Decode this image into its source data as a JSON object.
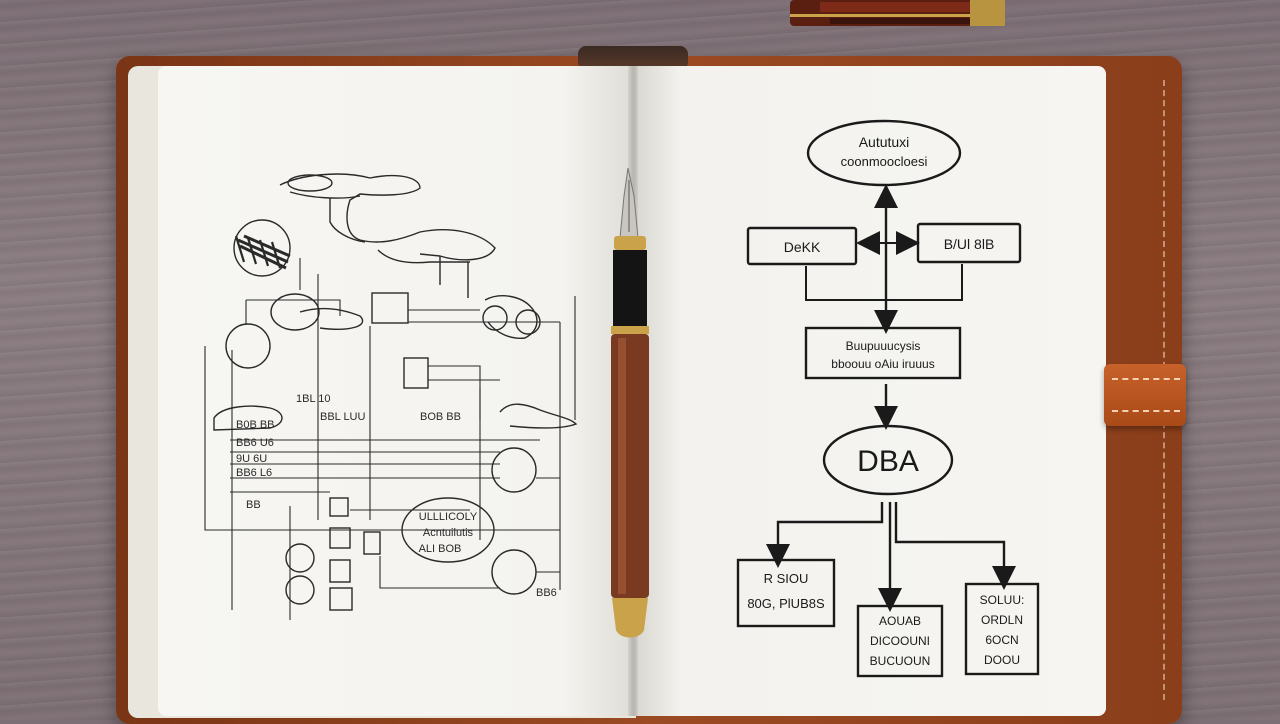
{
  "flowchart": {
    "top_node": [
      "Aututuxi",
      "coonmoocloesi"
    ],
    "left_box": "DeKK",
    "right_box": "B/Ul 8lB",
    "middle_box": [
      "Buupuuucysis",
      "bboouu oAiu iruuus"
    ],
    "center_node": "DBA",
    "bottom_left": [
      "R SIOU",
      "80G, PlUB8S"
    ],
    "bottom_middle": [
      "AOUAB",
      "DICOOUNI",
      "BUCUOUN"
    ],
    "bottom_right": [
      "SOLUU:",
      "ORDLN",
      "6OCN",
      "DOOU"
    ]
  },
  "schematic": {
    "circle_note": [
      "ULLLICOLY",
      "Acntuilutis",
      "ALI BOB"
    ],
    "scribbles": [
      "1BL 10",
      "BBL LUU",
      "BOB BB",
      "B0B BB",
      "BB6 U6",
      "9U 6U",
      "BB6 L6",
      "BB",
      "BB6"
    ]
  },
  "colors": {
    "cover": "#9b4a22",
    "page": "#f6f5f1",
    "ink": "#1a1a1a",
    "pen_barrel": "#7a3a22",
    "pen_trim": "#c9a24a"
  }
}
